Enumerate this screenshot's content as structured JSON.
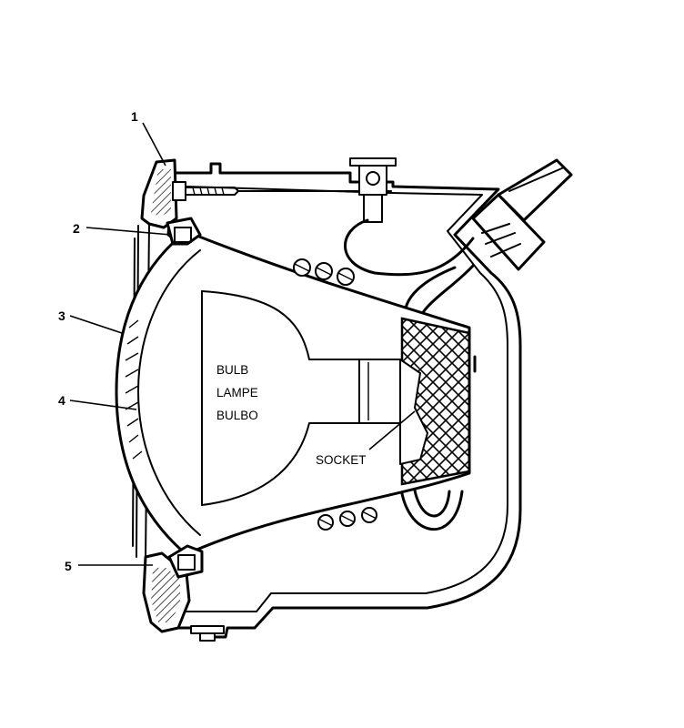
{
  "callouts": [
    {
      "number": "1"
    },
    {
      "number": "2"
    },
    {
      "number": "3"
    },
    {
      "number": "4"
    },
    {
      "number": "5"
    }
  ],
  "labels": {
    "bulb_lines": [
      "BULB",
      "LAMPE",
      "BULBO"
    ],
    "socket": "SOCKET"
  }
}
